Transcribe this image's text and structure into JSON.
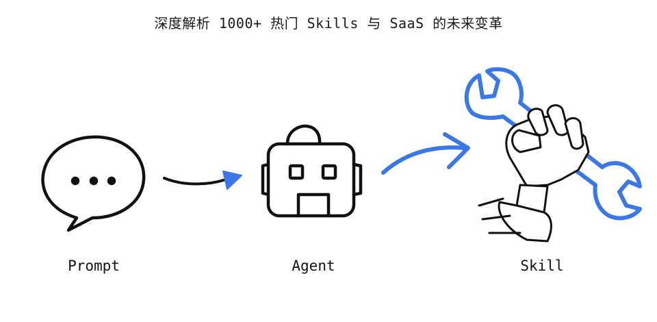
{
  "subtitle": "深度解析 1000+ 热门 Skills 与 SaaS 的未来变革",
  "nodes": [
    {
      "label": "Prompt",
      "icon": "speech-bubble-icon"
    },
    {
      "label": "Agent",
      "icon": "robot-icon"
    },
    {
      "label": "Skill",
      "icon": "robotic-hand-wrench-icon"
    }
  ],
  "colors": {
    "accent": "#3B78E7",
    "ink": "#111111"
  }
}
